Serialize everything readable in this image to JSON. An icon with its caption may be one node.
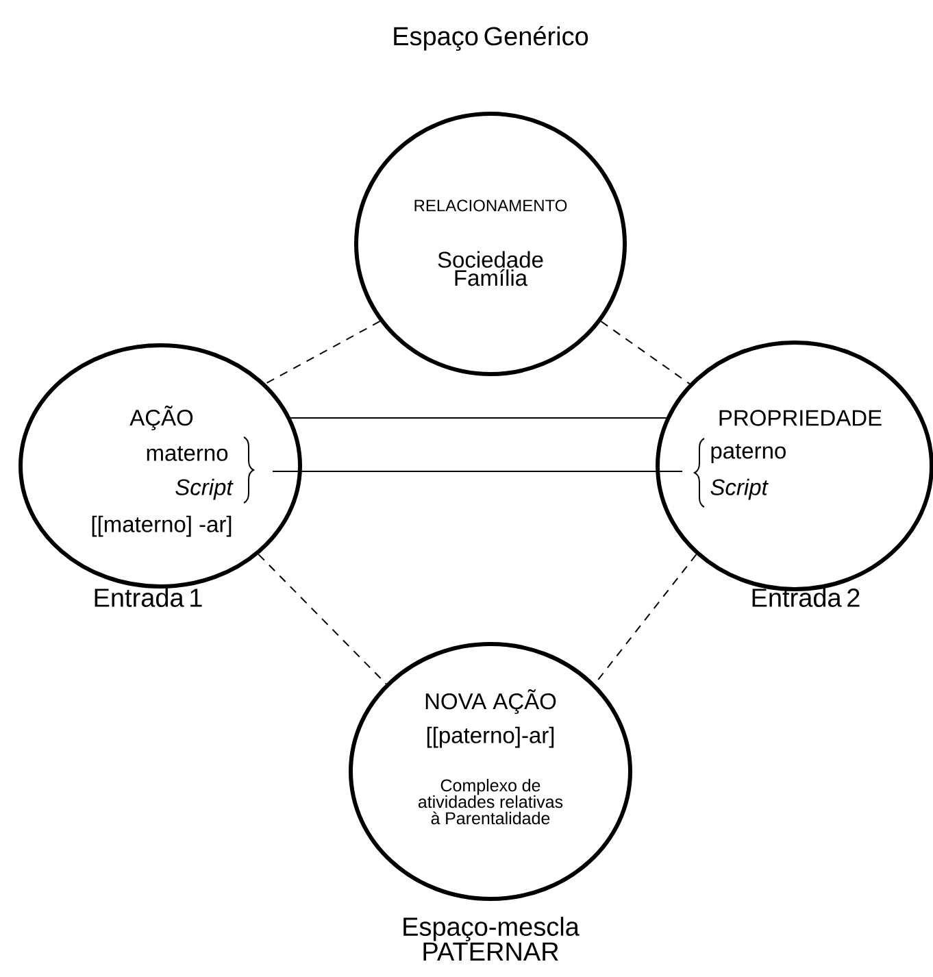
{
  "diagram": {
    "nodes": [
      {
        "text": [
          "RELACIONAMENTO",
          "Sociedade Família"
        ],
        "beside": [
          "Espaço Genérico"
        ]
      },
      {
        "text": [
          "AÇÃO",
          "materno",
          "Script",
          "[[materno] -ar]"
        ],
        "beside": [
          "Entrada 1"
        ]
      },
      {
        "text": [
          "PROPRIEDADE",
          "paterno",
          "Script"
        ],
        "beside": [
          "Entrada 2"
        ]
      },
      {
        "text": [
          "NOVA AÇÃO",
          "[[paterno]-ar]",
          "Complexo de atividades relativas à Parentalidade"
        ],
        "beside": [
          "Espaço-mescla PATERNAR"
        ]
      }
    ],
    "edges": [
      {
        "from": 0,
        "to": 1,
        "arrow": "none",
        "style": "dashed"
      },
      {
        "from": 0,
        "to": 2,
        "arrow": "none",
        "style": "dashed"
      },
      {
        "from": 1,
        "to": 3,
        "arrow": "none",
        "style": "dashed"
      },
      {
        "from": 2,
        "to": 3,
        "arrow": "none",
        "style": "dashed"
      },
      {
        "from": 1,
        "to": 2,
        "arrow": "none"
      },
      {
        "from": 1,
        "to": 2,
        "arrow": "none"
      }
    ]
  }
}
